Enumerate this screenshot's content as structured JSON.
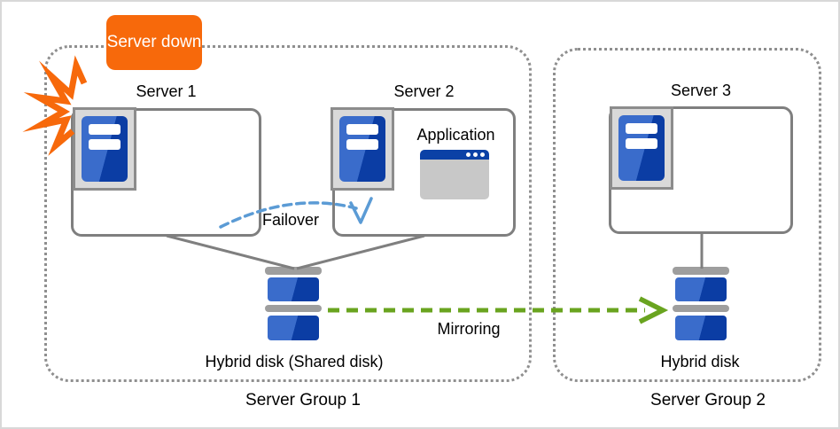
{
  "badge": {
    "label": "Server down",
    "bg_color": "#F7690B"
  },
  "icons": {
    "burst": "crash-burst",
    "burst_color": "#F7690B",
    "server_blue_light": "#3A6CCB",
    "server_blue_dark": "#0B3DA4",
    "app_titlebar_color": "#0B41A6",
    "disk_cap_color": "#9E9E9E"
  },
  "group1": {
    "label": "Server Group 1",
    "servers": [
      {
        "label": "Server 1"
      },
      {
        "label": "Server 2"
      }
    ],
    "application_label": "Application",
    "disk_label": "Hybrid disk (Shared disk)"
  },
  "group2": {
    "label": "Server Group 2",
    "servers": [
      {
        "label": "Server 3"
      }
    ],
    "disk_label": "Hybrid disk"
  },
  "arrows": {
    "failover": {
      "label": "Failover",
      "color": "#5B9BD5"
    },
    "mirroring": {
      "label": "Mirroring",
      "color": "#69A41F"
    },
    "connector_color": "#7F7F7F"
  }
}
